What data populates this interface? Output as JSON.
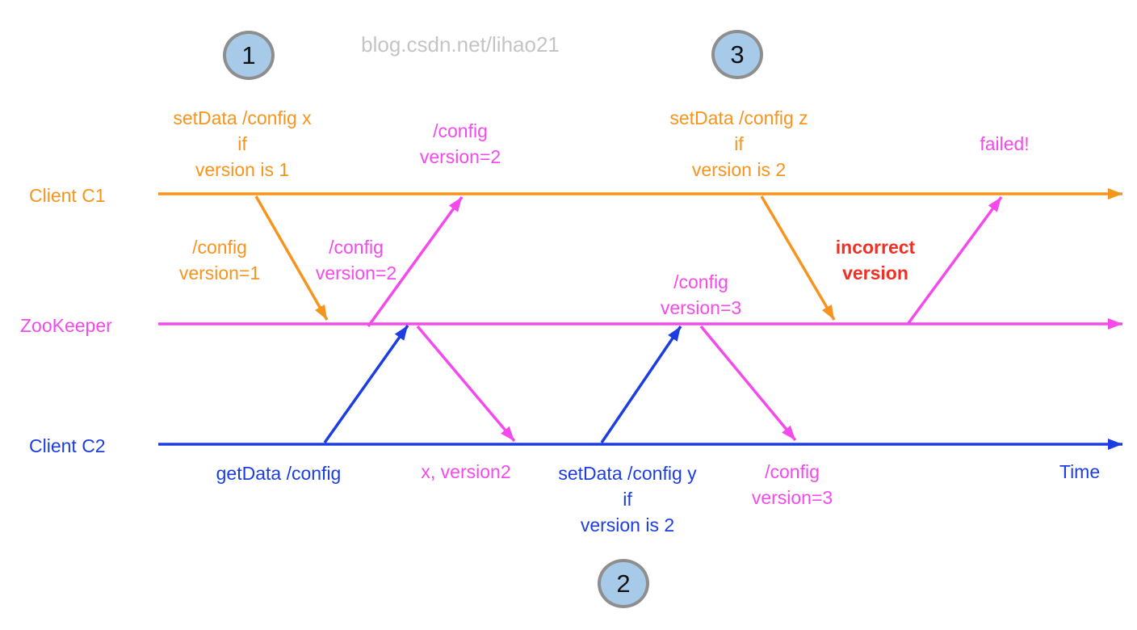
{
  "colors": {
    "orange": "#F7941E",
    "magenta": "#F44AEC",
    "blue": "#1B3DE1",
    "red": "#EF3125",
    "watermark_gray": "#C4C4C4",
    "circle_fill": "#A6CAE8",
    "circle_border": "#8E8E8E"
  },
  "watermark": "blog.csdn.net/lihao21",
  "steps": {
    "one": "1",
    "two": "2",
    "three": "3"
  },
  "lifelines": [
    {
      "label": "Client C1"
    },
    {
      "label": "ZooKeeper"
    },
    {
      "label": "Client C2"
    }
  ],
  "annotations": {
    "setdata_x": "setData /config x\nif\nversion is 1",
    "config_v2_top": "/config\nversion=2",
    "setdata_z": "setData /config z\nif\nversion is 2",
    "failed": "failed!",
    "config_v1": "/config\nversion=1",
    "config_v2_mid": "/config\nversion=2",
    "getdata": "getData /config",
    "x_version2": "x, version2",
    "setdata_y": "setData /config y\nif\nversion is 2",
    "config_v3_above": "/config\nversion=3",
    "config_v3_below": "/config\nversion=3",
    "incorrect_version": "incorrect\nversion",
    "time": "Time"
  }
}
